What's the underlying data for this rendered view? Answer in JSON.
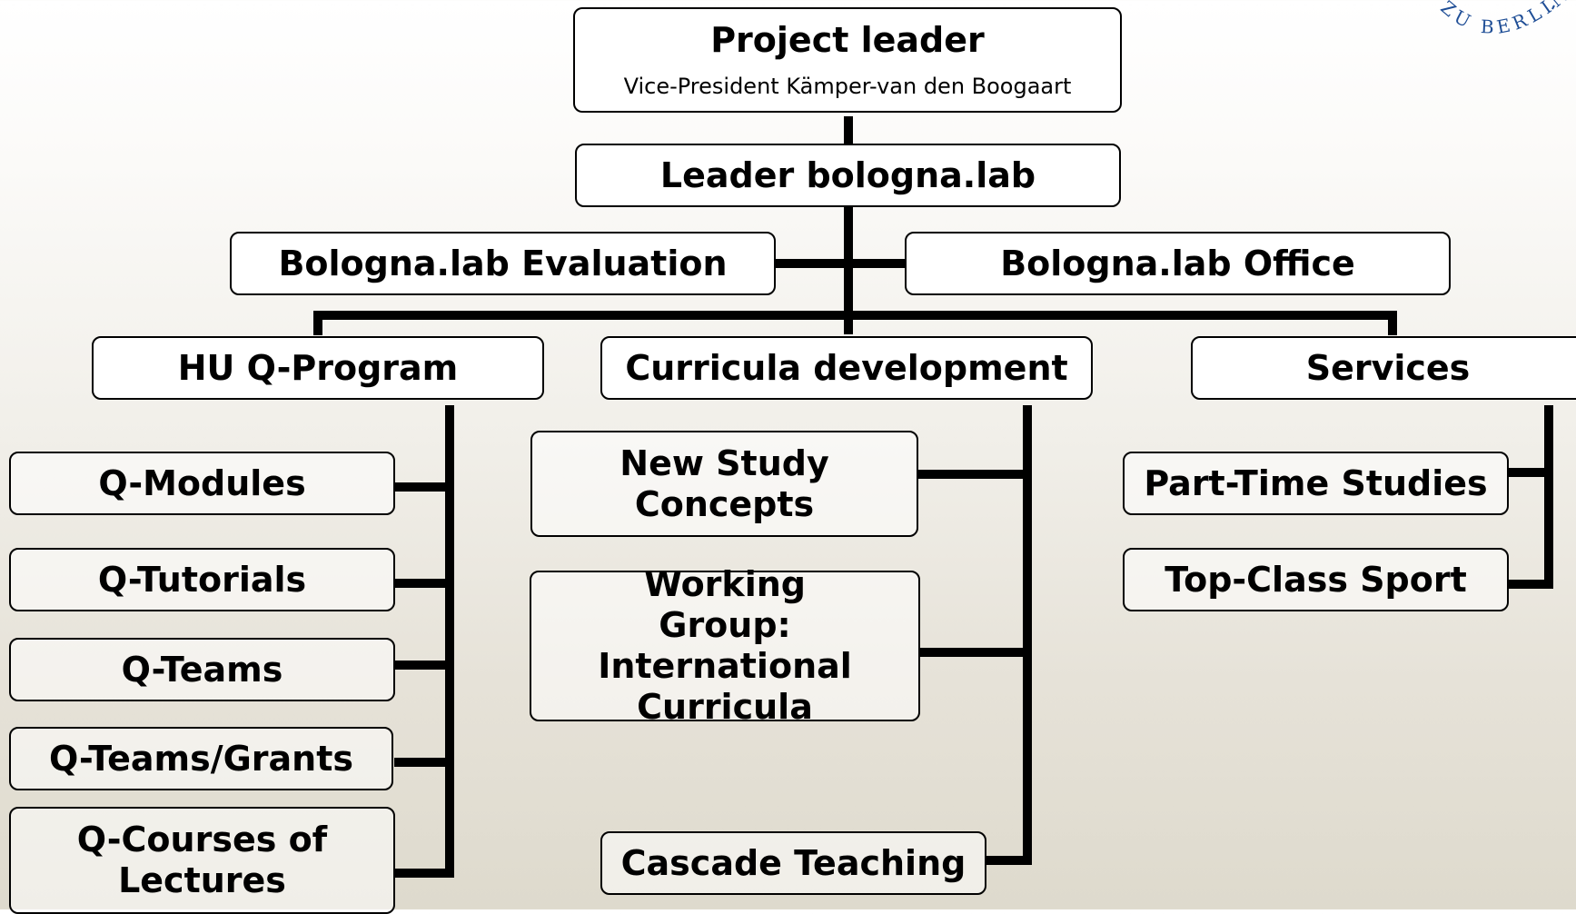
{
  "chart": {
    "project_leader": {
      "title": "Project leader",
      "subtitle": "Vice-President Kämper-van den Boogaart"
    },
    "leader_lab": "Leader bologna.lab",
    "evaluation": "Bologna.lab Evaluation",
    "office": "Bologna.lab Office",
    "branches": [
      {
        "title": "HU Q-Program",
        "items": [
          "Q-Modules",
          "Q-Tutorials",
          "Q-Teams",
          "Q-Teams/Grants",
          "Q-Courses of Lectures"
        ]
      },
      {
        "title": "Curricula development",
        "items": [
          "New Study Concepts",
          "Working Group: International Curricula",
          "Cascade Teaching"
        ]
      },
      {
        "title": "Services",
        "items": [
          "Part-Time Studies",
          "Top-Class Sport"
        ]
      }
    ]
  },
  "logo": {
    "text": "ZU BERLIN",
    "color": "#1f4e96"
  },
  "colors": {
    "line": "#000000",
    "box_border": "#000000"
  }
}
